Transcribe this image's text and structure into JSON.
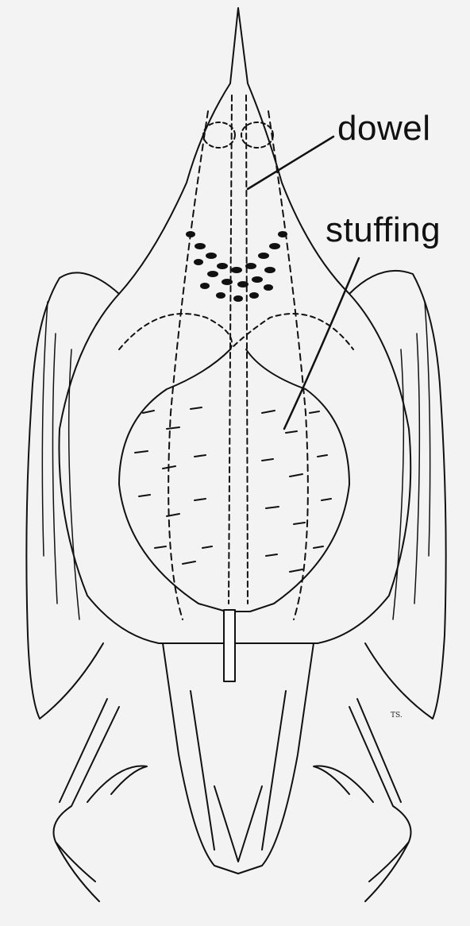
{
  "labels": {
    "dowel": "dowel",
    "stuffing": "stuffing"
  },
  "signature": "TS."
}
